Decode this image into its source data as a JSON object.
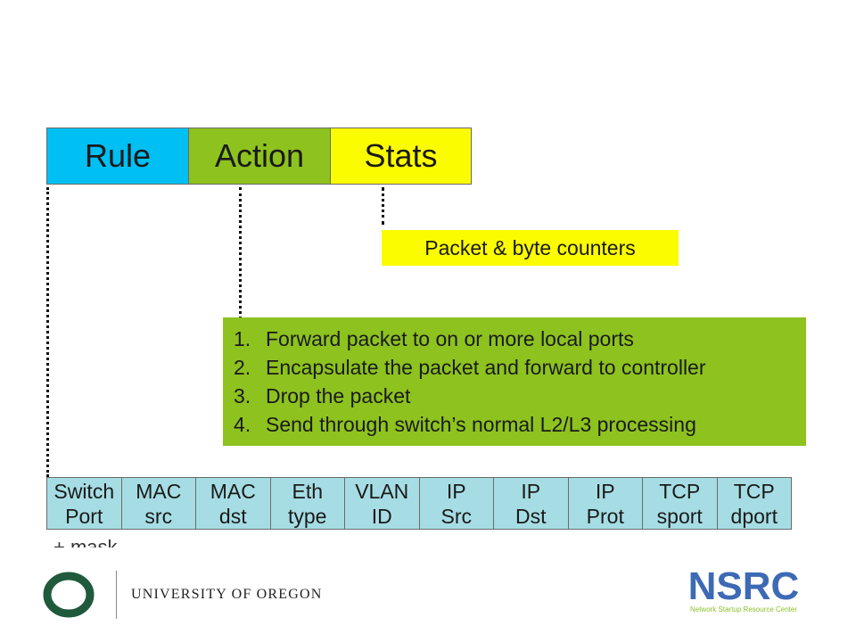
{
  "header": {
    "rule": "Rule",
    "action": "Action",
    "stats": "Stats",
    "colors": {
      "rule": "#00bff3",
      "action": "#8dc21f",
      "stats": "#fcfc00"
    }
  },
  "stats_callout": "Packet & byte counters",
  "action_callout": [
    {
      "num": "1.",
      "text": "Forward packet to on or more local ports"
    },
    {
      "num": "2.",
      "text": "Encapsulate the packet and forward to controller"
    },
    {
      "num": "3.",
      "text": "Drop the packet"
    },
    {
      "num": "4.",
      "text": "Send through switch’s normal L2/L3 processing"
    }
  ],
  "match_fields": [
    {
      "line1": "Switch",
      "line2": "Port"
    },
    {
      "line1": "MAC",
      "line2": "src"
    },
    {
      "line1": "MAC",
      "line2": "dst"
    },
    {
      "line1": "Eth",
      "line2": "type"
    },
    {
      "line1": "VLAN",
      "line2": "ID"
    },
    {
      "line1": "IP",
      "line2": "Src"
    },
    {
      "line1": "IP",
      "line2": "Dst"
    },
    {
      "line1": "IP",
      "line2": "Prot"
    },
    {
      "line1": "TCP",
      "line2": "sport"
    },
    {
      "line1": "TCP",
      "line2": "dport"
    }
  ],
  "fields_color": "#a6dde4",
  "mask_text": "+ mask",
  "footer": {
    "university": "UNIVERSITY OF OREGON",
    "uo_color": "#1f5a3c",
    "nsrc_name": "NSRC",
    "nsrc_tagline": "Network Startup Resource Center",
    "nsrc_color": "#3d6ab4",
    "nsrc_tagline_color": "#8cbf2a"
  }
}
